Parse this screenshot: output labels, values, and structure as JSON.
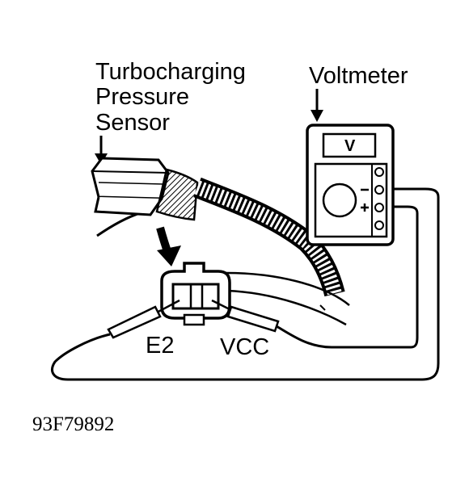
{
  "labels": {
    "sensor_line1": "Turbocharging",
    "sensor_line2": "Pressure",
    "sensor_line3": "Sensor",
    "voltmeter": "Voltmeter",
    "meter_unit": "V",
    "terminal_e2": "E2",
    "terminal_vcc": "VCC",
    "figure_id": "93F79892"
  },
  "colors": {
    "ink": "#000000",
    "paper": "#ffffff"
  }
}
